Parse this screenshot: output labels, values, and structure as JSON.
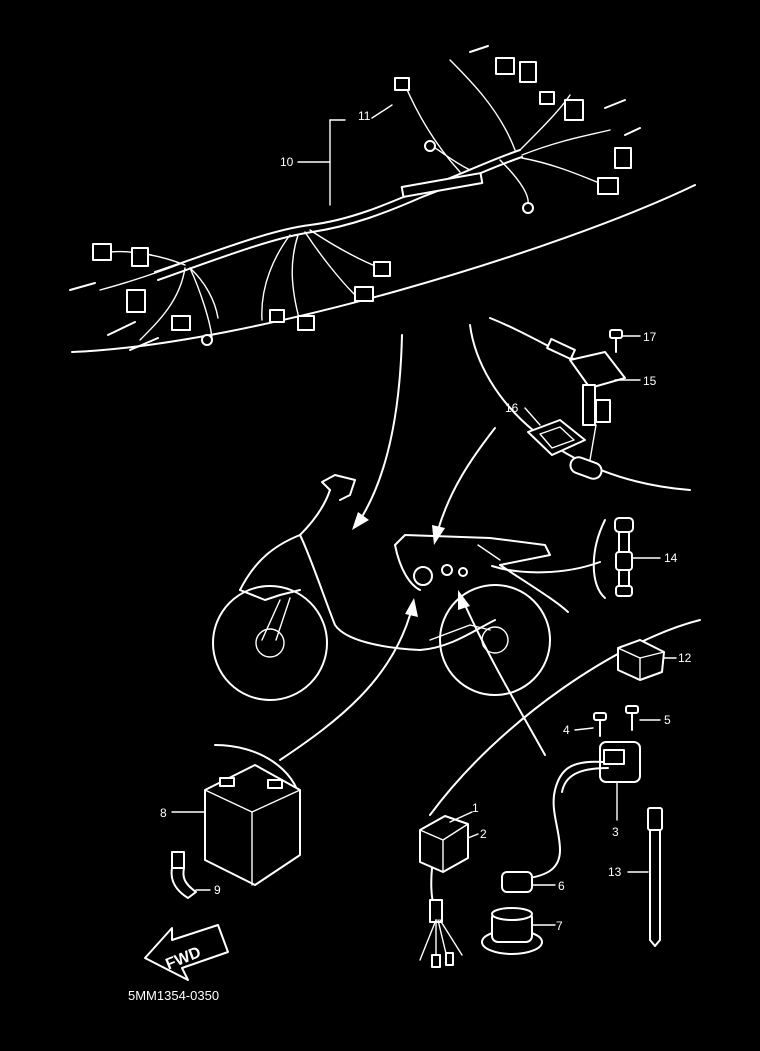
{
  "diagram": {
    "callouts": [
      "1",
      "2",
      "3",
      "4",
      "5",
      "6",
      "7",
      "8",
      "9",
      "10",
      "11",
      "12",
      "13",
      "14",
      "15",
      "16",
      "17"
    ],
    "direction_label": "FWD",
    "drawing_code": "5MM1354-0350",
    "colors": {
      "background": "#000000",
      "line": "#ffffff"
    }
  }
}
